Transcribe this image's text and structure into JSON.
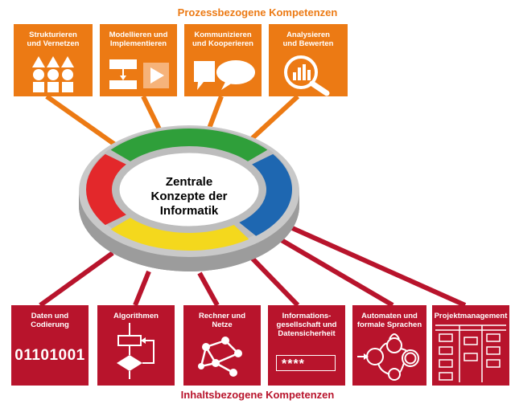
{
  "colors": {
    "orange": "#ec7a14",
    "red": "#b8142c",
    "green": "#2f9f3a",
    "blue": "#1e67b1",
    "yellow": "#f4d81d",
    "ring_red": "#e3282b",
    "disc_gray": "#9c9c9c"
  },
  "diagram": {
    "top_heading": "Prozessbezogene Kompetenzen",
    "bottom_heading": "Inhaltsbezogene Kompetenzen",
    "center_label": "Zentrale\nKonzepte der\nInformatik",
    "process_boxes": [
      {
        "label": "Strukturieren\nund Vernetzen",
        "icon": "shapes-icon"
      },
      {
        "label": "Modellieren und\nImplementieren",
        "icon": "flowchart-play-icon"
      },
      {
        "label": "Kommunizieren\nund Kooperieren",
        "icon": "speech-bubbles-icon"
      },
      {
        "label": "Analysieren\nund Bewerten",
        "icon": "magnifier-chart-icon"
      }
    ],
    "content_boxes": [
      {
        "label": "Daten und\nCodierung",
        "icon": "binary-code",
        "detail": "01101001"
      },
      {
        "label": "Algorithmen",
        "icon": "flowchart-icon"
      },
      {
        "label": "Rechner und\nNetze",
        "icon": "network-icon"
      },
      {
        "label": "Informations-\ngesellschaft und\nDatensicherheit",
        "icon": "password-field-icon",
        "detail": "****"
      },
      {
        "label": "Automaten und\nformale Sprachen",
        "icon": "automaton-icon"
      },
      {
        "label": "Projektmanagement",
        "icon": "kanban-board-icon"
      }
    ]
  }
}
